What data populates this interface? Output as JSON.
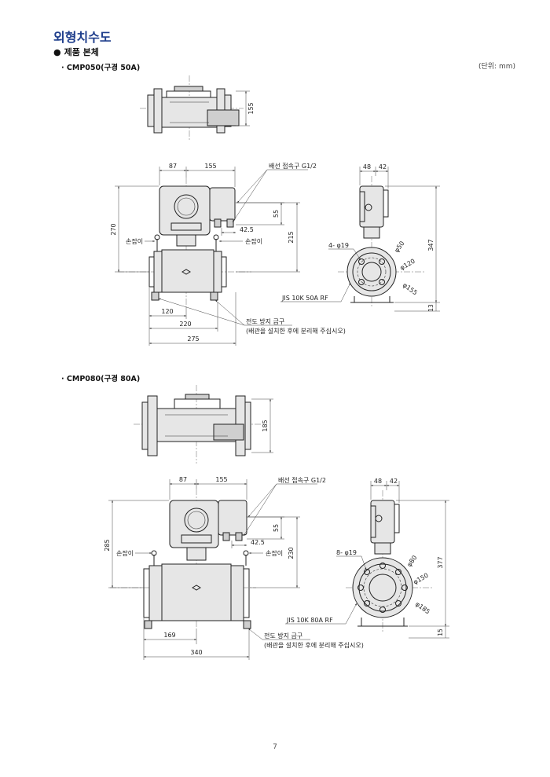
{
  "page": {
    "title": "외형치수도",
    "section": "제품 본체",
    "unit_note": "(단위: mm)",
    "page_number": "7"
  },
  "models": [
    {
      "title": "· CMP050(구경 50A)",
      "top_view": {
        "dim_height": "155"
      },
      "front_view": {
        "dim_87": "87",
        "dim_155": "155",
        "dim_42_5": "42.5",
        "dim_55": "55",
        "dim_215": "215",
        "dim_270": "270",
        "dim_120": "120",
        "dim_220": "220",
        "dim_275": "275",
        "label_conduit": "배선 접속구 G1/2",
        "label_handle_left": "손잡이",
        "label_handle_right": "손잡이",
        "label_bracket": "전도 방지 금구",
        "label_bracket_note": "(배관을 설치한 후에 분리해 주십시오)"
      },
      "side_view": {
        "dim_48": "48",
        "dim_42": "42",
        "dim_347": "347",
        "dim_13": "13",
        "label_holes": "4- φ19",
        "label_d_inner": "φ50",
        "label_d_pcd": "φ120",
        "label_d_outer": "φ155",
        "label_flange": "JIS 10K 50A RF"
      }
    },
    {
      "title": "· CMP080(구경 80A)",
      "top_view": {
        "dim_height": "185"
      },
      "front_view": {
        "dim_87": "87",
        "dim_155": "155",
        "dim_42_5": "42.5",
        "dim_55": "55",
        "dim_230": "230",
        "dim_285": "285",
        "dim_169": "169",
        "dim_340": "340",
        "label_conduit": "배선 접속구 G1/2",
        "label_handle_left": "손잡이",
        "label_handle_right": "손잡이",
        "label_bracket": "전도 방지 금구",
        "label_bracket_note": "(배관을 설치한 후에 분리해 주십시오)"
      },
      "side_view": {
        "dim_48": "48",
        "dim_42": "42",
        "dim_377": "377",
        "dim_15": "15",
        "label_holes": "8- φ19",
        "label_d_inner": "φ80",
        "label_d_pcd": "φ150",
        "label_d_outer": "φ185",
        "label_flange": "JIS 10K 80A RF"
      }
    }
  ]
}
